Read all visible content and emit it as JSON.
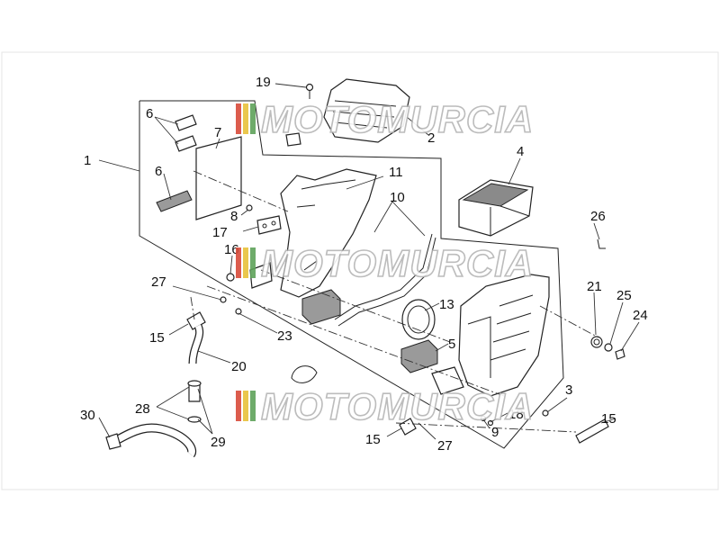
{
  "diagram": {
    "callouts": [
      {
        "id": "c1",
        "label": "1"
      },
      {
        "id": "c2",
        "label": "2"
      },
      {
        "id": "c3",
        "label": "3"
      },
      {
        "id": "c4",
        "label": "4"
      },
      {
        "id": "c5",
        "label": "5"
      },
      {
        "id": "c6a",
        "label": "6"
      },
      {
        "id": "c6b",
        "label": "6"
      },
      {
        "id": "c7",
        "label": "7"
      },
      {
        "id": "c8",
        "label": "8"
      },
      {
        "id": "c9",
        "label": "9"
      },
      {
        "id": "c10",
        "label": "10"
      },
      {
        "id": "c11",
        "label": "11"
      },
      {
        "id": "c13",
        "label": "13"
      },
      {
        "id": "c15a",
        "label": "15"
      },
      {
        "id": "c15b",
        "label": "15"
      },
      {
        "id": "c15c",
        "label": "15"
      },
      {
        "id": "c16",
        "label": "16"
      },
      {
        "id": "c17",
        "label": "17"
      },
      {
        "id": "c18",
        "label": "18"
      },
      {
        "id": "c19",
        "label": "19"
      },
      {
        "id": "c20",
        "label": "20"
      },
      {
        "id": "c21",
        "label": "21"
      },
      {
        "id": "c23",
        "label": "23"
      },
      {
        "id": "c24",
        "label": "24"
      },
      {
        "id": "c25",
        "label": "25"
      },
      {
        "id": "c26",
        "label": "26"
      },
      {
        "id": "c27a",
        "label": "27"
      },
      {
        "id": "c27b",
        "label": "27"
      },
      {
        "id": "c28",
        "label": "28"
      },
      {
        "id": "c29",
        "label": "29"
      },
      {
        "id": "c30",
        "label": "30"
      }
    ]
  },
  "watermark": {
    "text": "MOTOMURCIA",
    "colors": [
      "#d94b3a",
      "#e8c23a",
      "#5fa35a"
    ]
  }
}
